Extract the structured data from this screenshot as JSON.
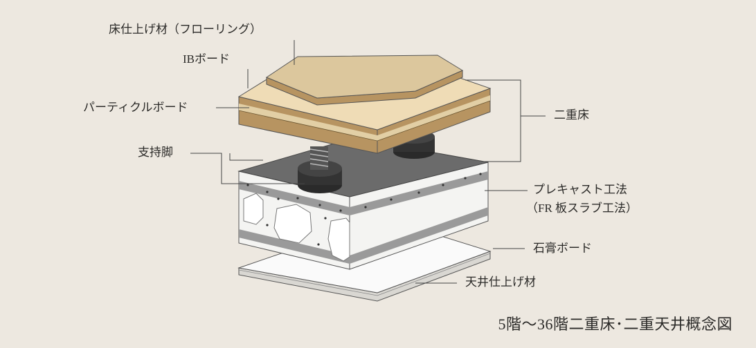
{
  "labels": {
    "flooring": "床仕上げ材（フローリング）",
    "ib_board": "IBボード",
    "particle_board": "パーティクルボード",
    "support_leg": "支持脚",
    "double_floor": "二重床",
    "precast_1": "プレキャスト工法",
    "precast_2": "（FR 板スラブ工法）",
    "gypsum_board": "石膏ボード",
    "ceiling_finish": "天井仕上げ材"
  },
  "caption": "5階〜36階二重床･二重天井概念図",
  "colors": {
    "background": "#ede8e0",
    "flooring": "#dcc79d",
    "ib_board_top": "#efdcb6",
    "particle_board": "#b79461",
    "slab_top": "#6b6b6b",
    "slab_side": "#f4f4f2",
    "ceiling_board": "#fafafa",
    "leader_line": "#444444"
  }
}
